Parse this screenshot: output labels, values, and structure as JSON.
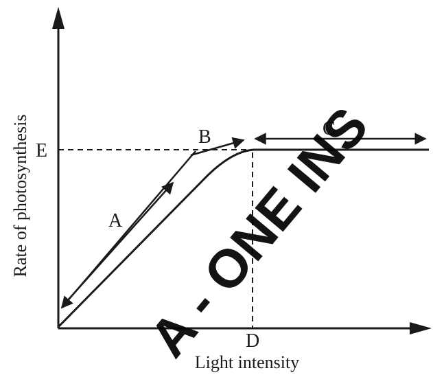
{
  "diagram": {
    "xlabel": "Light intensity",
    "ylabel": "Rate of photosynthesis",
    "labels": {
      "A": "A",
      "B": "B",
      "C": "C",
      "D": "D",
      "E": "E"
    }
  },
  "watermark": {
    "text": "A - ONE INS"
  },
  "colors": {
    "ink": "#1a1a1a",
    "background": "#ffffff"
  }
}
